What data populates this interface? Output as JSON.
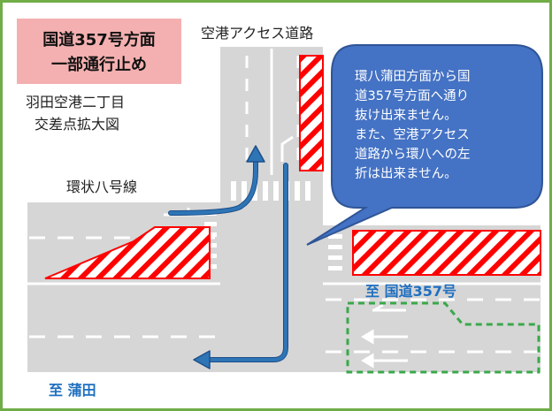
{
  "notice": {
    "line1": "国道357号方面",
    "line2": "一部通行止め"
  },
  "map_title": {
    "line1": "羽田空港二丁目",
    "line2": "交差点拡大図"
  },
  "road_labels": {
    "airport_access": "空港アクセス道路",
    "kanpachi": "環状八号線",
    "to_route357": "至 国道357号",
    "to_kamata": "至 蒲田"
  },
  "callout": {
    "lines": [
      "環八蒲田方面から国",
      "道357号方面へ通り",
      "抜け出来ません。",
      "また、空港アクセス",
      "道路から環八への左",
      "折は出来ません。"
    ]
  },
  "colors": {
    "frame": "#70ad47",
    "road": "#d6d6d6",
    "notice_bg": "#f4b0b0",
    "closure_hatch": "#ff0000",
    "callout_fill": "#4472c4",
    "route_arrow": "#2e75b6",
    "label_blue": "#1f6fc0",
    "detour_outline": "#3aa84a"
  }
}
